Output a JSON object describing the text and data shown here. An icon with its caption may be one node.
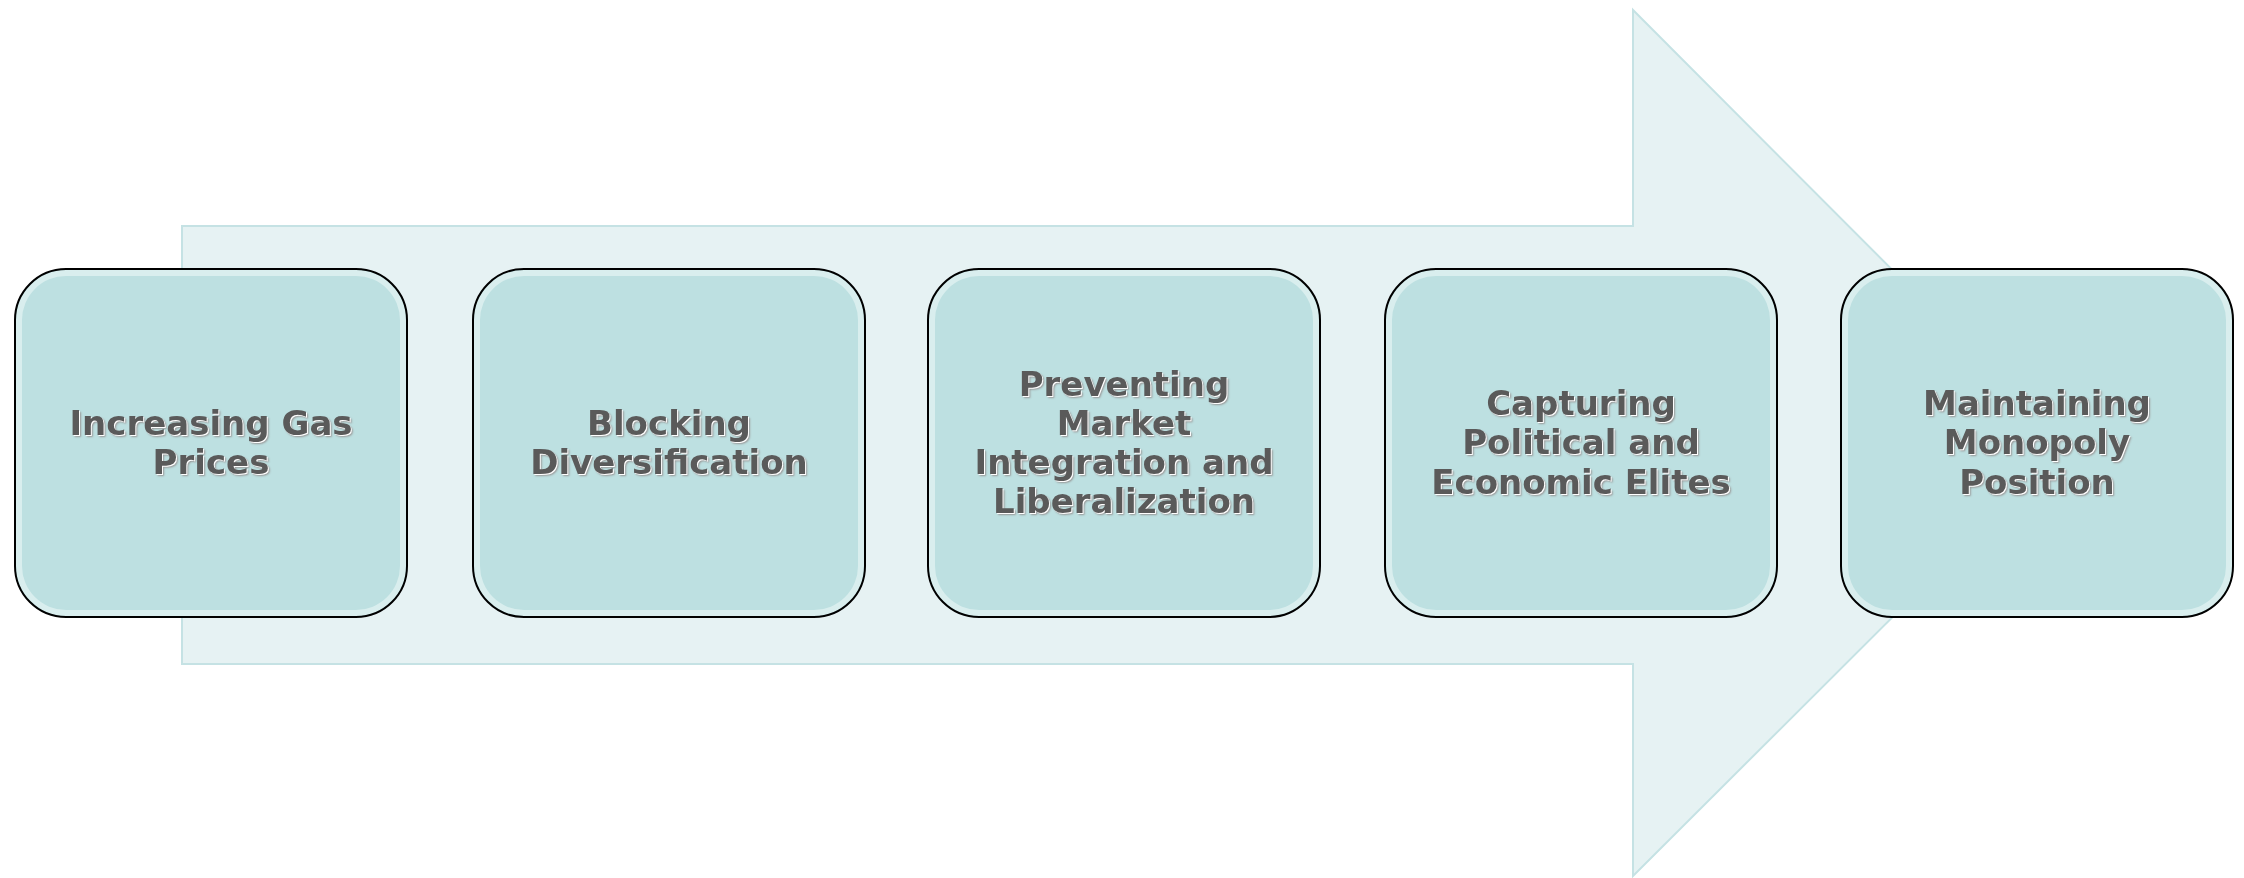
{
  "diagram": {
    "nodes": [
      {
        "text": [
          "Increasing Gas Prices"
        ]
      },
      {
        "text": [
          "Blocking Diversification"
        ]
      },
      {
        "text": [
          "Preventing Market Integration and Liberalization"
        ]
      },
      {
        "text": [
          "Capturing Political and Economic Elites"
        ]
      },
      {
        "text": [
          "Maintaining Monopoly Position"
        ]
      }
    ],
    "edges": [
      {
        "from": 0,
        "to": 4,
        "arrow": "to"
      }
    ]
  }
}
